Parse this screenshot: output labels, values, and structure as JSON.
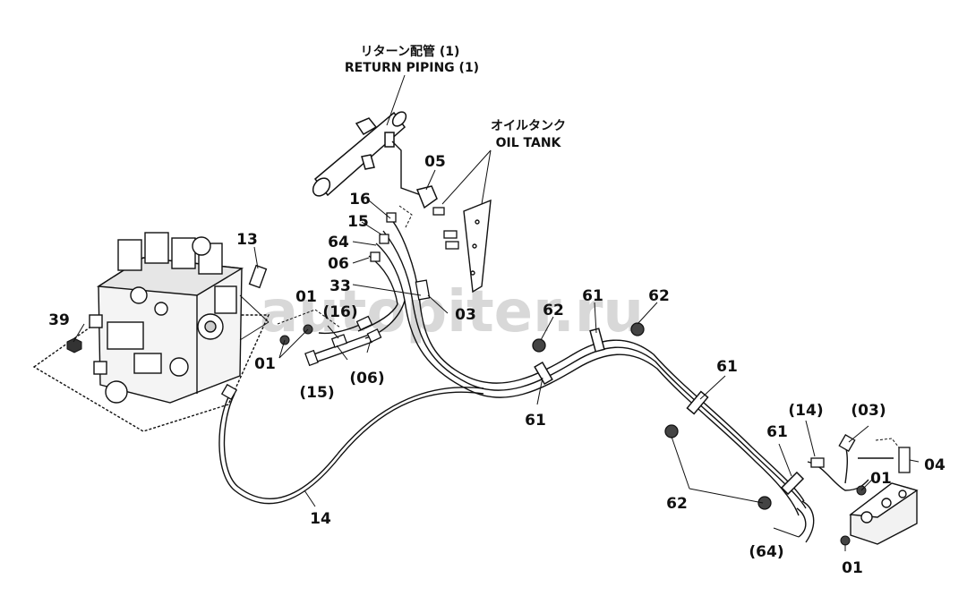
{
  "diagram": {
    "captions": {
      "return_jp": "リターン配管 (1)",
      "return_en": "RETURN PIPING (1)",
      "tank_jp": "オイルタンク",
      "tank_en": "OIL TANK"
    },
    "watermark": "autopiter.ru",
    "labels": {
      "l05": "05",
      "l16": "16",
      "l15": "15",
      "l64": "64",
      "l06": "06",
      "l33": "33",
      "l13": "13",
      "l01a": "01",
      "l16p": "(16)",
      "l39": "39",
      "l01b": "01",
      "l15p": "(15)",
      "l06p": "(06)",
      "l03": "03",
      "l62a": "62",
      "l61a": "61",
      "l62b": "62",
      "l61b": "61",
      "l61c": "61",
      "l14p": "(14)",
      "l03p": "(03)",
      "l04": "04",
      "l01c": "01",
      "l61d": "61",
      "l62c": "62",
      "l64p": "(64)",
      "l01d": "01",
      "l14": "14"
    }
  }
}
